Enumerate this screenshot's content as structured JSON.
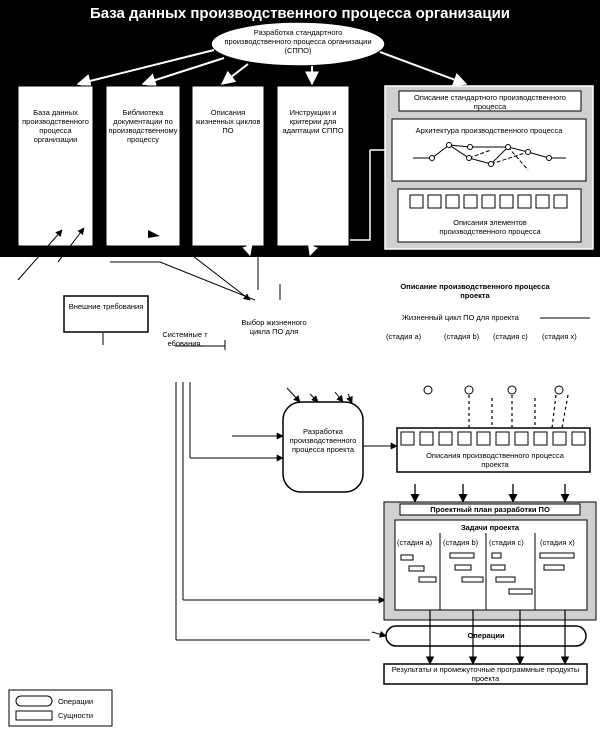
{
  "title": "База данных производственного процесса организации",
  "sppo": "Разработка стандартного производственного процесса организации (СППО)",
  "db_boxes": [
    "База данных производственного процесса организации",
    "Библиотека документации по производственному процессу",
    "Описания жизненных циклов ПО",
    "Инструкции и критерии для адаптации СППО"
  ],
  "std_process_desc": "Описание стандартного производственного процесса",
  "architecture": "Архитектура производственного процесса",
  "elements_desc": "Описания элементов производственного процесса",
  "external_req": "Внешние требования",
  "system_req": "Системные т ебования,",
  "lifecycle_select": "Выбор жизненного цикла ПО для",
  "project_process_desc": "Описание производственного процесса проекта",
  "project_lifecycle": "Жизненный цикл ПО для проекта",
  "stages": [
    "(стадия а)",
    "(стадия b)",
    "(стадия c)",
    "(стадия x)"
  ],
  "develop_project_process": "Разработка производственного процесса проекта",
  "project_elements_desc": "Описания производственного процесса проекта",
  "dev_plan": "Проектный план разработки ПО",
  "project_tasks": "Задачи проекта",
  "operations": "Операции",
  "results": "Результаты и промежуточные программные продукты проекта",
  "legend": {
    "operations": "Операции",
    "entities": "Сущности"
  }
}
